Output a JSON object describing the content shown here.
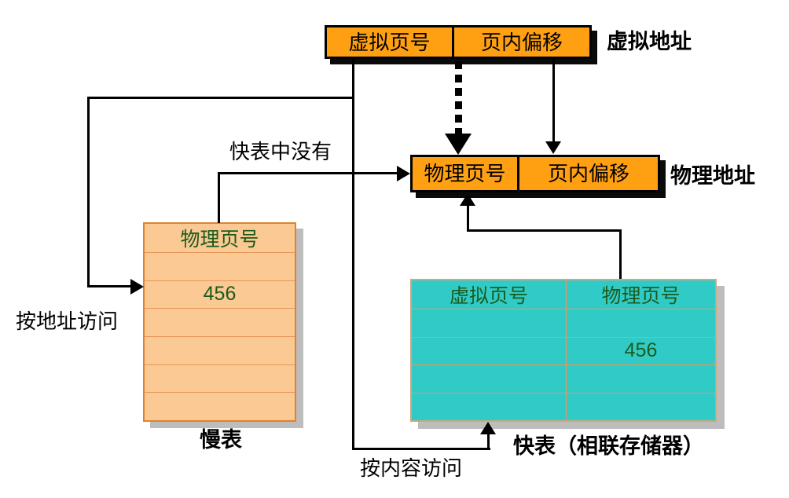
{
  "virtual_address": {
    "field1": "虚拟页号",
    "field2": "页内偏移",
    "label": "虚拟地址"
  },
  "physical_address": {
    "field1": "物理页号",
    "field2": "页内偏移",
    "label": "物理地址"
  },
  "slow_table": {
    "header": "物理页号",
    "rows": [
      "",
      "456",
      "",
      "",
      "",
      ""
    ],
    "caption": "慢表"
  },
  "fast_table": {
    "header1": "虚拟页号",
    "header2": "物理页号",
    "rows": [
      [
        "",
        ""
      ],
      [
        "",
        "456"
      ],
      [
        "",
        ""
      ],
      [
        "",
        ""
      ]
    ],
    "caption": "快表（相联存储器）"
  },
  "annotations": {
    "tlb_miss": "快表中没有",
    "access_by_address": "按地址访问",
    "access_by_content": "按内容访问"
  },
  "colors": {
    "box_orange": "#FFA013",
    "slow_table_peach": "#FBC993",
    "fast_table_teal": "#31CBC7",
    "table_text_green": "#1C5B1C",
    "line_black": "#000000",
    "shadow_gray": "#BDBDBD"
  }
}
